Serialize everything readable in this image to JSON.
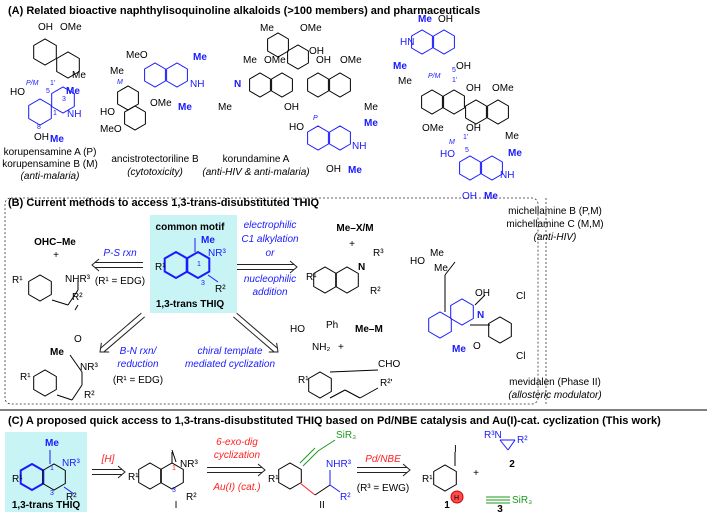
{
  "sectionA": {
    "title": "(A) Related bioactive naphthylisoquinoline alkaloids (>100 members) and pharmaceuticals",
    "korupensamine": {
      "name_a": "korupensamine A (P)",
      "name_b": "korupensamine B (M)",
      "activity": "(anti-malaria)",
      "atoms": [
        "OH",
        "OMe",
        "Me",
        "P/M",
        "1'",
        "5",
        "HO",
        "Me",
        "3",
        "NH",
        "1",
        "8",
        "OH",
        "Me"
      ]
    },
    "ancistrotectoriline": {
      "name": "ancistrotectoriline B",
      "activity": "(cytotoxicity)",
      "atoms": [
        "MeO",
        "Me",
        "M",
        "Me",
        "NH",
        "OMe",
        "Me",
        "HO",
        "MeO"
      ]
    },
    "korundamine": {
      "name": "korundamine A",
      "activity": "(anti-HIV & anti-malaria)",
      "atoms": [
        "Me",
        "OMe",
        "OH",
        "Me",
        "OMe",
        "OH",
        "OMe",
        "N",
        "Me",
        "OH",
        "Me",
        "P",
        "HO",
        "Me",
        "NH",
        "OH",
        "Me"
      ]
    },
    "michellamine": {
      "name_b": "michellamine B (P,M)",
      "name_c": "michellamine C (M,M)",
      "activity": "(anti-HIV)",
      "atoms": [
        "Me",
        "OH",
        "HN",
        "Me",
        "OH",
        "P/M",
        "5",
        "1'",
        "Me",
        "OH",
        "OMe",
        "OMe",
        "OH",
        "Me",
        "M",
        "1'",
        "5",
        "HO",
        "Me",
        "NH",
        "OH",
        "Me"
      ]
    },
    "mevidalen": {
      "name": "mevidalen (Phase II)",
      "activity": "(allosteric modulator)",
      "atoms": [
        "HO",
        "Me",
        "Me",
        "OH",
        "N",
        "Cl",
        "O",
        "Me",
        "Cl"
      ]
    }
  },
  "sectionB": {
    "title": "(B) Current methods to access 1,3-trans-disubstituted THIQ",
    "motif": {
      "heading": "common motif",
      "label": "1,3-trans THIQ",
      "atoms": [
        "Me",
        "1",
        "NR³",
        "R¹",
        "3",
        "R²"
      ]
    },
    "ps": {
      "reagent": "OHC–Me",
      "plus": "+",
      "atoms": [
        "NHR³",
        "R¹",
        "R²"
      ],
      "arrow_label": "P-S rxn",
      "condition": "(R¹ = EDG)"
    },
    "electrophilic": {
      "line1": "electrophilic",
      "line2": "C1 alkylation",
      "line3": "or",
      "line4": "nucleophilic",
      "line5": "addition",
      "reagent": "Me–X/M",
      "plus": "+",
      "atoms": [
        "R³",
        "N",
        "R¹",
        "R²"
      ]
    },
    "bn": {
      "arrow_label1": "B-N rxn/",
      "arrow_label2": "reduction",
      "condition": "(R¹ = EDG)",
      "atoms": [
        "Me",
        "O",
        "NR³",
        "R¹",
        "R²"
      ]
    },
    "chiral": {
      "line1": "chiral template",
      "line2": "mediated cyclization",
      "atoms": [
        "HO",
        "Ph",
        "NH₂",
        "+",
        "Me–M",
        "CHO",
        "R¹",
        "R²'"
      ]
    }
  },
  "sectionC": {
    "title": "(C) A proposed quick access to 1,3-trans-disubstituted THIQ based on Pd/NBE catalysis and Au(I)-cat. cyclization (This work)",
    "thiq": {
      "label": "1,3-trans THIQ",
      "atoms": [
        "Me",
        "1",
        "NR³",
        "R¹",
        "3",
        "R²"
      ]
    },
    "step1": {
      "label": "[H]"
    },
    "intermediate1": {
      "label": "I",
      "atoms": [
        "1",
        "NR³",
        "R¹",
        "3",
        "R²"
      ]
    },
    "step2": {
      "line1": "6-exo-dig",
      "line2": "cyclization",
      "line3": "Au(I) (cat.)"
    },
    "intermediate2": {
      "label": "II",
      "atoms": [
        "SiR₃",
        "NHR³",
        "R¹",
        "R²"
      ]
    },
    "step3": {
      "line1": "Pd/NBE",
      "line2": "(R³ = EWG)"
    },
    "sm1": {
      "label": "1",
      "atoms": [
        "I",
        "R¹",
        "H"
      ]
    },
    "plus": "+",
    "sm2": {
      "label": "2",
      "atoms": [
        "R³N",
        "R²"
      ]
    },
    "sm3": {
      "label": "3",
      "atoms": [
        "SiR₃"
      ]
    }
  },
  "colors": {
    "blue": "#1a1aff",
    "red": "#ff2020",
    "green": "#1a9a1a",
    "cyan_box": "#c8f4f6"
  }
}
